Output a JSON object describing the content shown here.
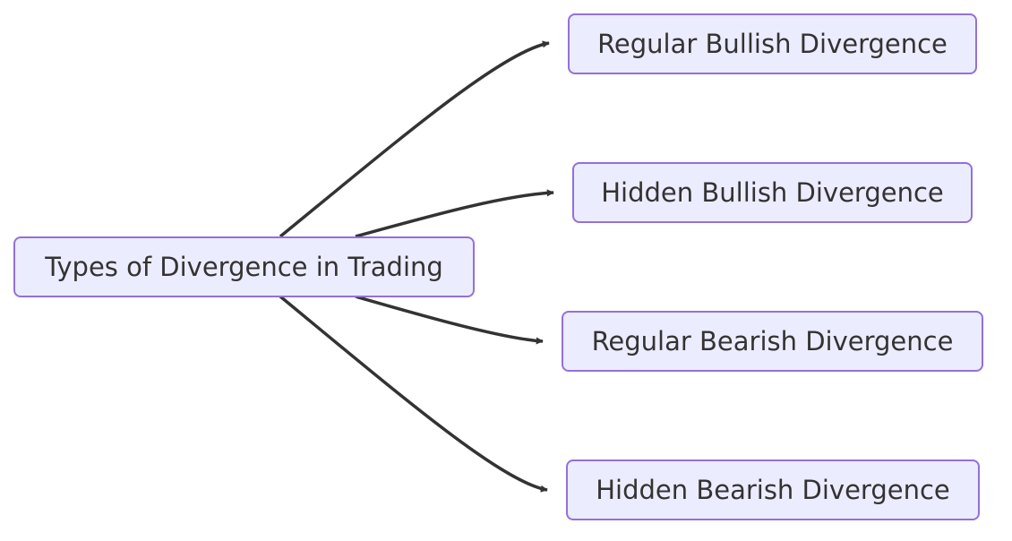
{
  "diagram": {
    "root": {
      "label": "Types of Divergence in Trading"
    },
    "children": [
      {
        "label": "Regular Bullish Divergence"
      },
      {
        "label": "Hidden Bullish Divergence"
      },
      {
        "label": "Regular Bearish Divergence"
      },
      {
        "label": "Hidden Bearish Divergence"
      }
    ],
    "edges": [
      {
        "from": "root",
        "to": 0
      },
      {
        "from": "root",
        "to": 1
      },
      {
        "from": "root",
        "to": 2
      },
      {
        "from": "root",
        "to": 3
      }
    ],
    "colors": {
      "node_fill": "#ECECFF",
      "node_border": "#9370DB",
      "text": "#333333",
      "edge": "#333333"
    }
  }
}
